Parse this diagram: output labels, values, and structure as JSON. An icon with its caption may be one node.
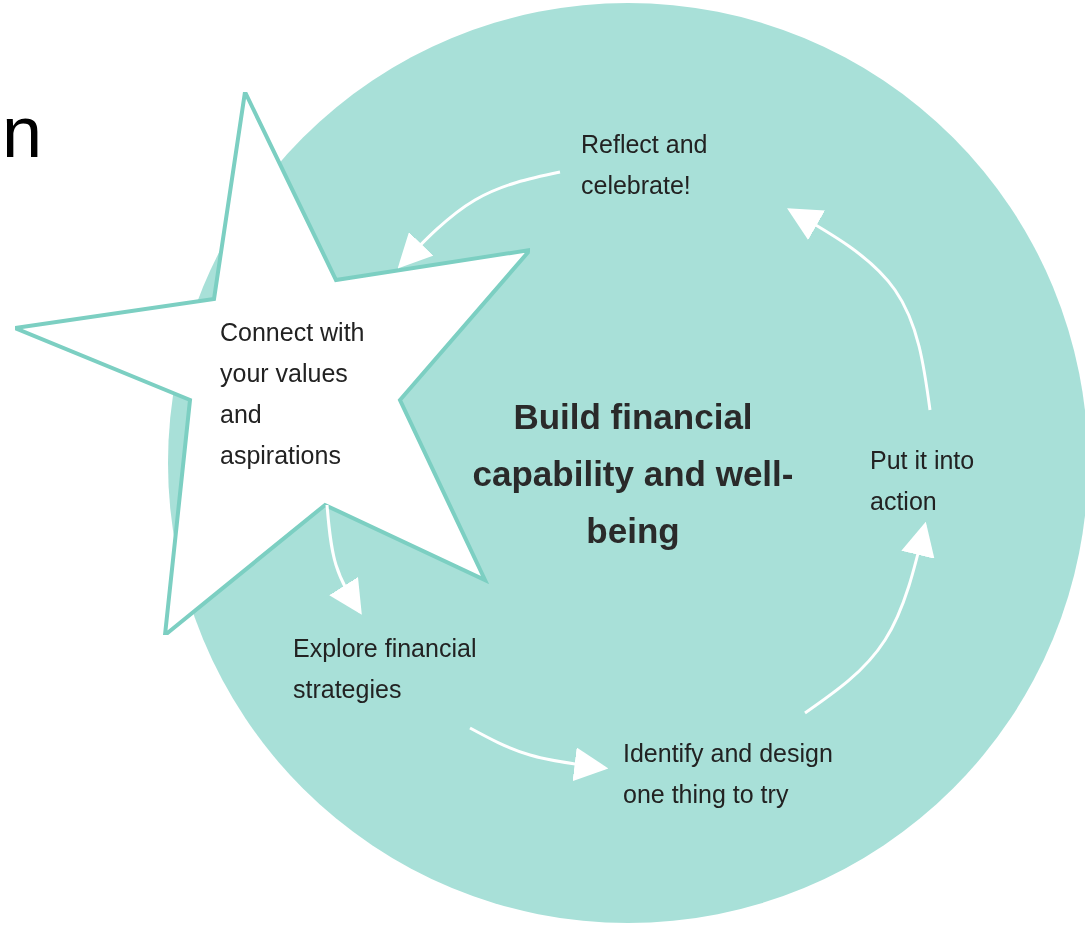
{
  "diagram": {
    "nodes": [
      {
        "text": [
          "Build financial capability and well-being"
        ]
      },
      {
        "text": [
          "Connect with your values and aspirations"
        ]
      },
      {
        "text": [
          "Explore financial strategies"
        ],
        "in": 0
      },
      {
        "text": [
          "Identify and design one thing to try"
        ],
        "in": 0
      },
      {
        "text": [
          "Put it into action"
        ],
        "in": 0
      },
      {
        "text": [
          "Reflect and celebrate!"
        ],
        "in": 0
      }
    ],
    "edges": [
      {
        "from": 1,
        "to": 2,
        "arrow": "to"
      },
      {
        "from": 2,
        "to": 3,
        "arrow": "to"
      },
      {
        "from": 3,
        "to": 4,
        "arrow": "to"
      },
      {
        "from": 4,
        "to": 5,
        "arrow": "to"
      },
      {
        "from": 5,
        "to": 1,
        "arrow": "to"
      }
    ],
    "labels": [
      "n"
    ]
  }
}
